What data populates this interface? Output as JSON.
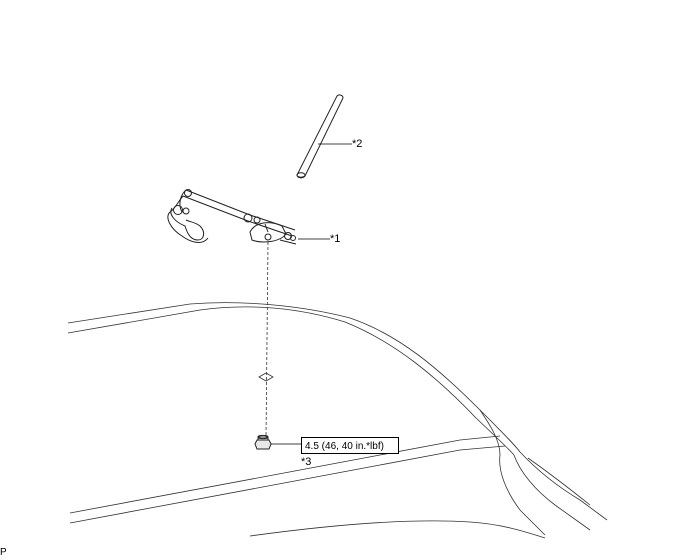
{
  "callouts": {
    "antenna_assembly": "*1",
    "antenna_pole": "*2",
    "nut": "*3"
  },
  "torque_spec": "4.5 (46, 40 in.*lbf)",
  "figure_id": "P"
}
